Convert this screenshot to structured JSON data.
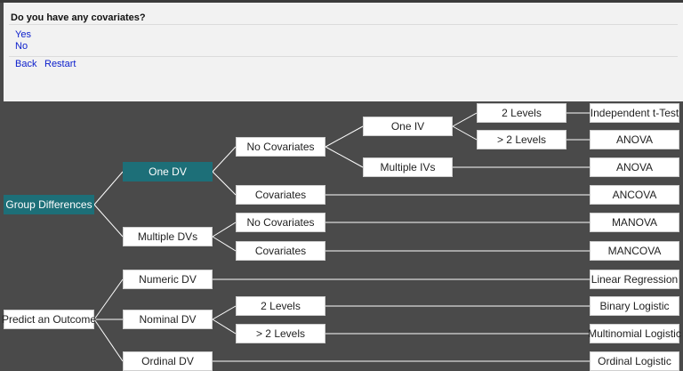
{
  "question": {
    "text": "Do you have any covariates?"
  },
  "answers": [
    {
      "label": "Yes"
    },
    {
      "label": "No"
    }
  ],
  "nav": {
    "back": "Back",
    "restart": "Restart"
  },
  "colors": {
    "highlight": "#1d6f78",
    "background": "#4a4a4a",
    "panel": "#f2f2f2",
    "link": "#0a1dcc"
  },
  "tree": {
    "group_differences": "Group Differences",
    "one_dv": "One DV",
    "no_covariates_a": "No Covariates",
    "one_iv": "One IV",
    "two_levels_a": "2 Levels",
    "more_levels_a": "> 2 Levels",
    "multiple_ivs": "Multiple IVs",
    "covariates_a": "Covariates",
    "multiple_dvs": "Multiple DVs",
    "no_covariates_b": "No Covariates",
    "covariates_b": "Covariates",
    "predict_outcome": "Predict an Outcome",
    "numeric_dv": "Numeric DV",
    "nominal_dv": "Nominal DV",
    "two_levels_b": "2 Levels",
    "more_levels_b": "> 2 Levels",
    "ordinal_dv": "Ordinal DV",
    "independent_t_test": "Independent t-Test",
    "anova_1": "ANOVA",
    "anova_2": "ANOVA",
    "ancova": "ANCOVA",
    "manova": "MANOVA",
    "mancova": "MANCOVA",
    "linear_regression": "Linear Regression",
    "binary_logistic": "Binary Logistic",
    "multinomial_logistic": "Multinomial Logistic",
    "ordinal_logistic": "Ordinal Logistic"
  }
}
